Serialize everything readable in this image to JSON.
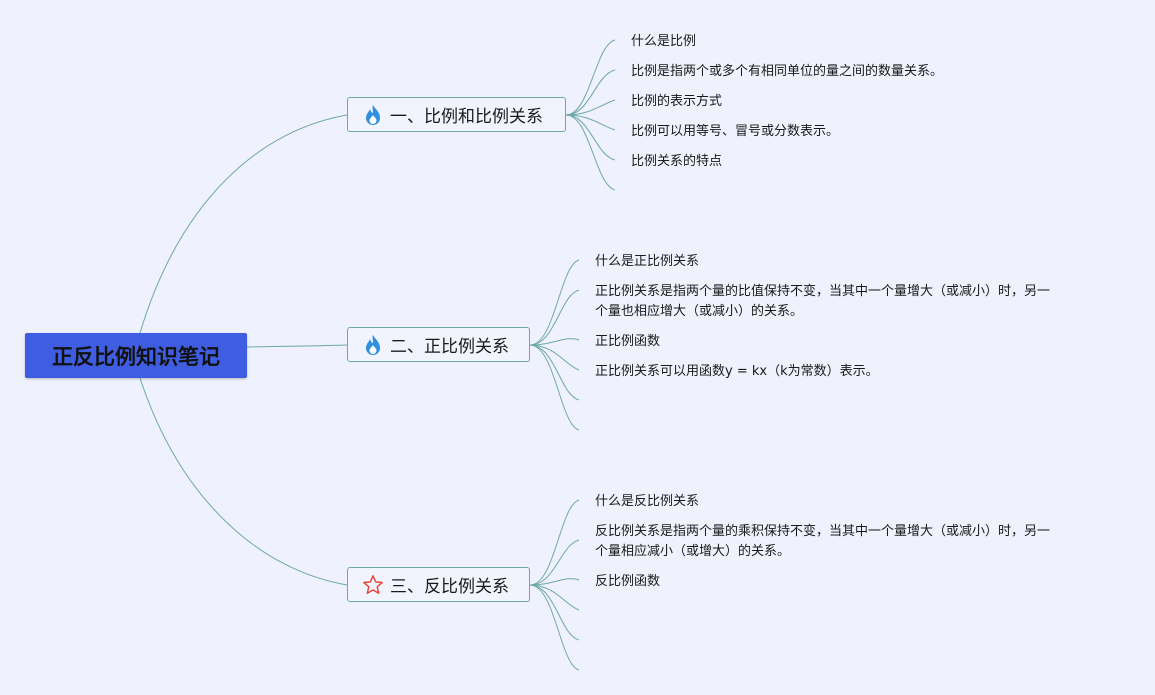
{
  "root": {
    "title": "正反比例知识笔记"
  },
  "branches": [
    {
      "label": "一、比例和比例关系",
      "icon": "fire-icon",
      "items": [
        "什么是比例",
        "比例是指两个或多个有相同单位的量之间的数量关系。",
        "比例的表示方式",
        "比例可以用等号、冒号或分数表示。",
        "比例关系的特点"
      ]
    },
    {
      "label": "二、正比例关系",
      "icon": "fire-icon",
      "items": [
        "什么是正比例关系",
        "正比例关系是指两个量的比值保持不变，当其中一个量增大（或减小）时，另一",
        "个量也相应增大（或减小）的关系。",
        "正比例函数",
        "正比例关系可以用函数y = kx（k为常数）表示。"
      ]
    },
    {
      "label": "三、反比例关系",
      "icon": "star-icon",
      "items": [
        "什么是反比例关系",
        "反比例关系是指两个量的乘积保持不变，当其中一个量增大（或减小）时，另一",
        "个量相应减小（或增大）的关系。",
        "反比例函数"
      ]
    }
  ],
  "colors": {
    "background": "#eff1fd",
    "root_fill": "#3f5de0",
    "branch_border": "#6ea9a7",
    "connector": "#6ea9a7",
    "fire_icon": "#2f8fe0",
    "star_icon": "#e8453c"
  }
}
